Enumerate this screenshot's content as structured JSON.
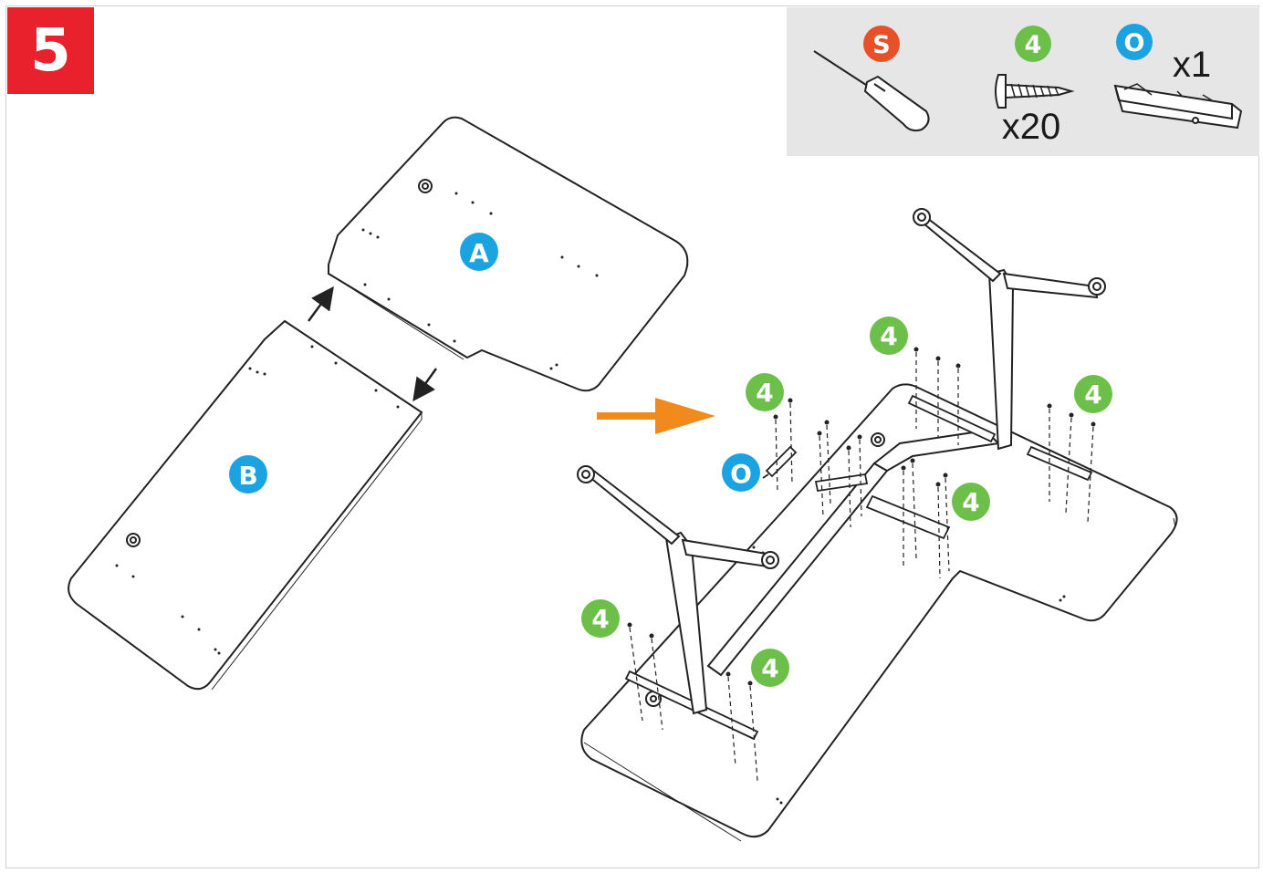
{
  "step": {
    "number": "5",
    "color": "#e8212d"
  },
  "parts": [
    {
      "id": "S",
      "tool": "screwdriver",
      "quantity": "",
      "badge_color": "#e8502a"
    },
    {
      "id": "4",
      "tool": "screw",
      "quantity": "x20",
      "badge_color": "#6cc049"
    },
    {
      "id": "O",
      "tool": "cable-tray-bracket",
      "quantity": "x1",
      "badge_color": "#1aa3e0"
    }
  ],
  "panels": {
    "a": "A",
    "b": "B",
    "panel_badge_color": "#1aa3e0"
  },
  "screw_callouts": [
    "4",
    "4",
    "4",
    "4",
    "4",
    "4",
    "4"
  ],
  "bracket_callout": "O",
  "colors": {
    "arrow": "#f08a1c",
    "line": "#222222",
    "parts_bg": "#e6e6e6"
  }
}
